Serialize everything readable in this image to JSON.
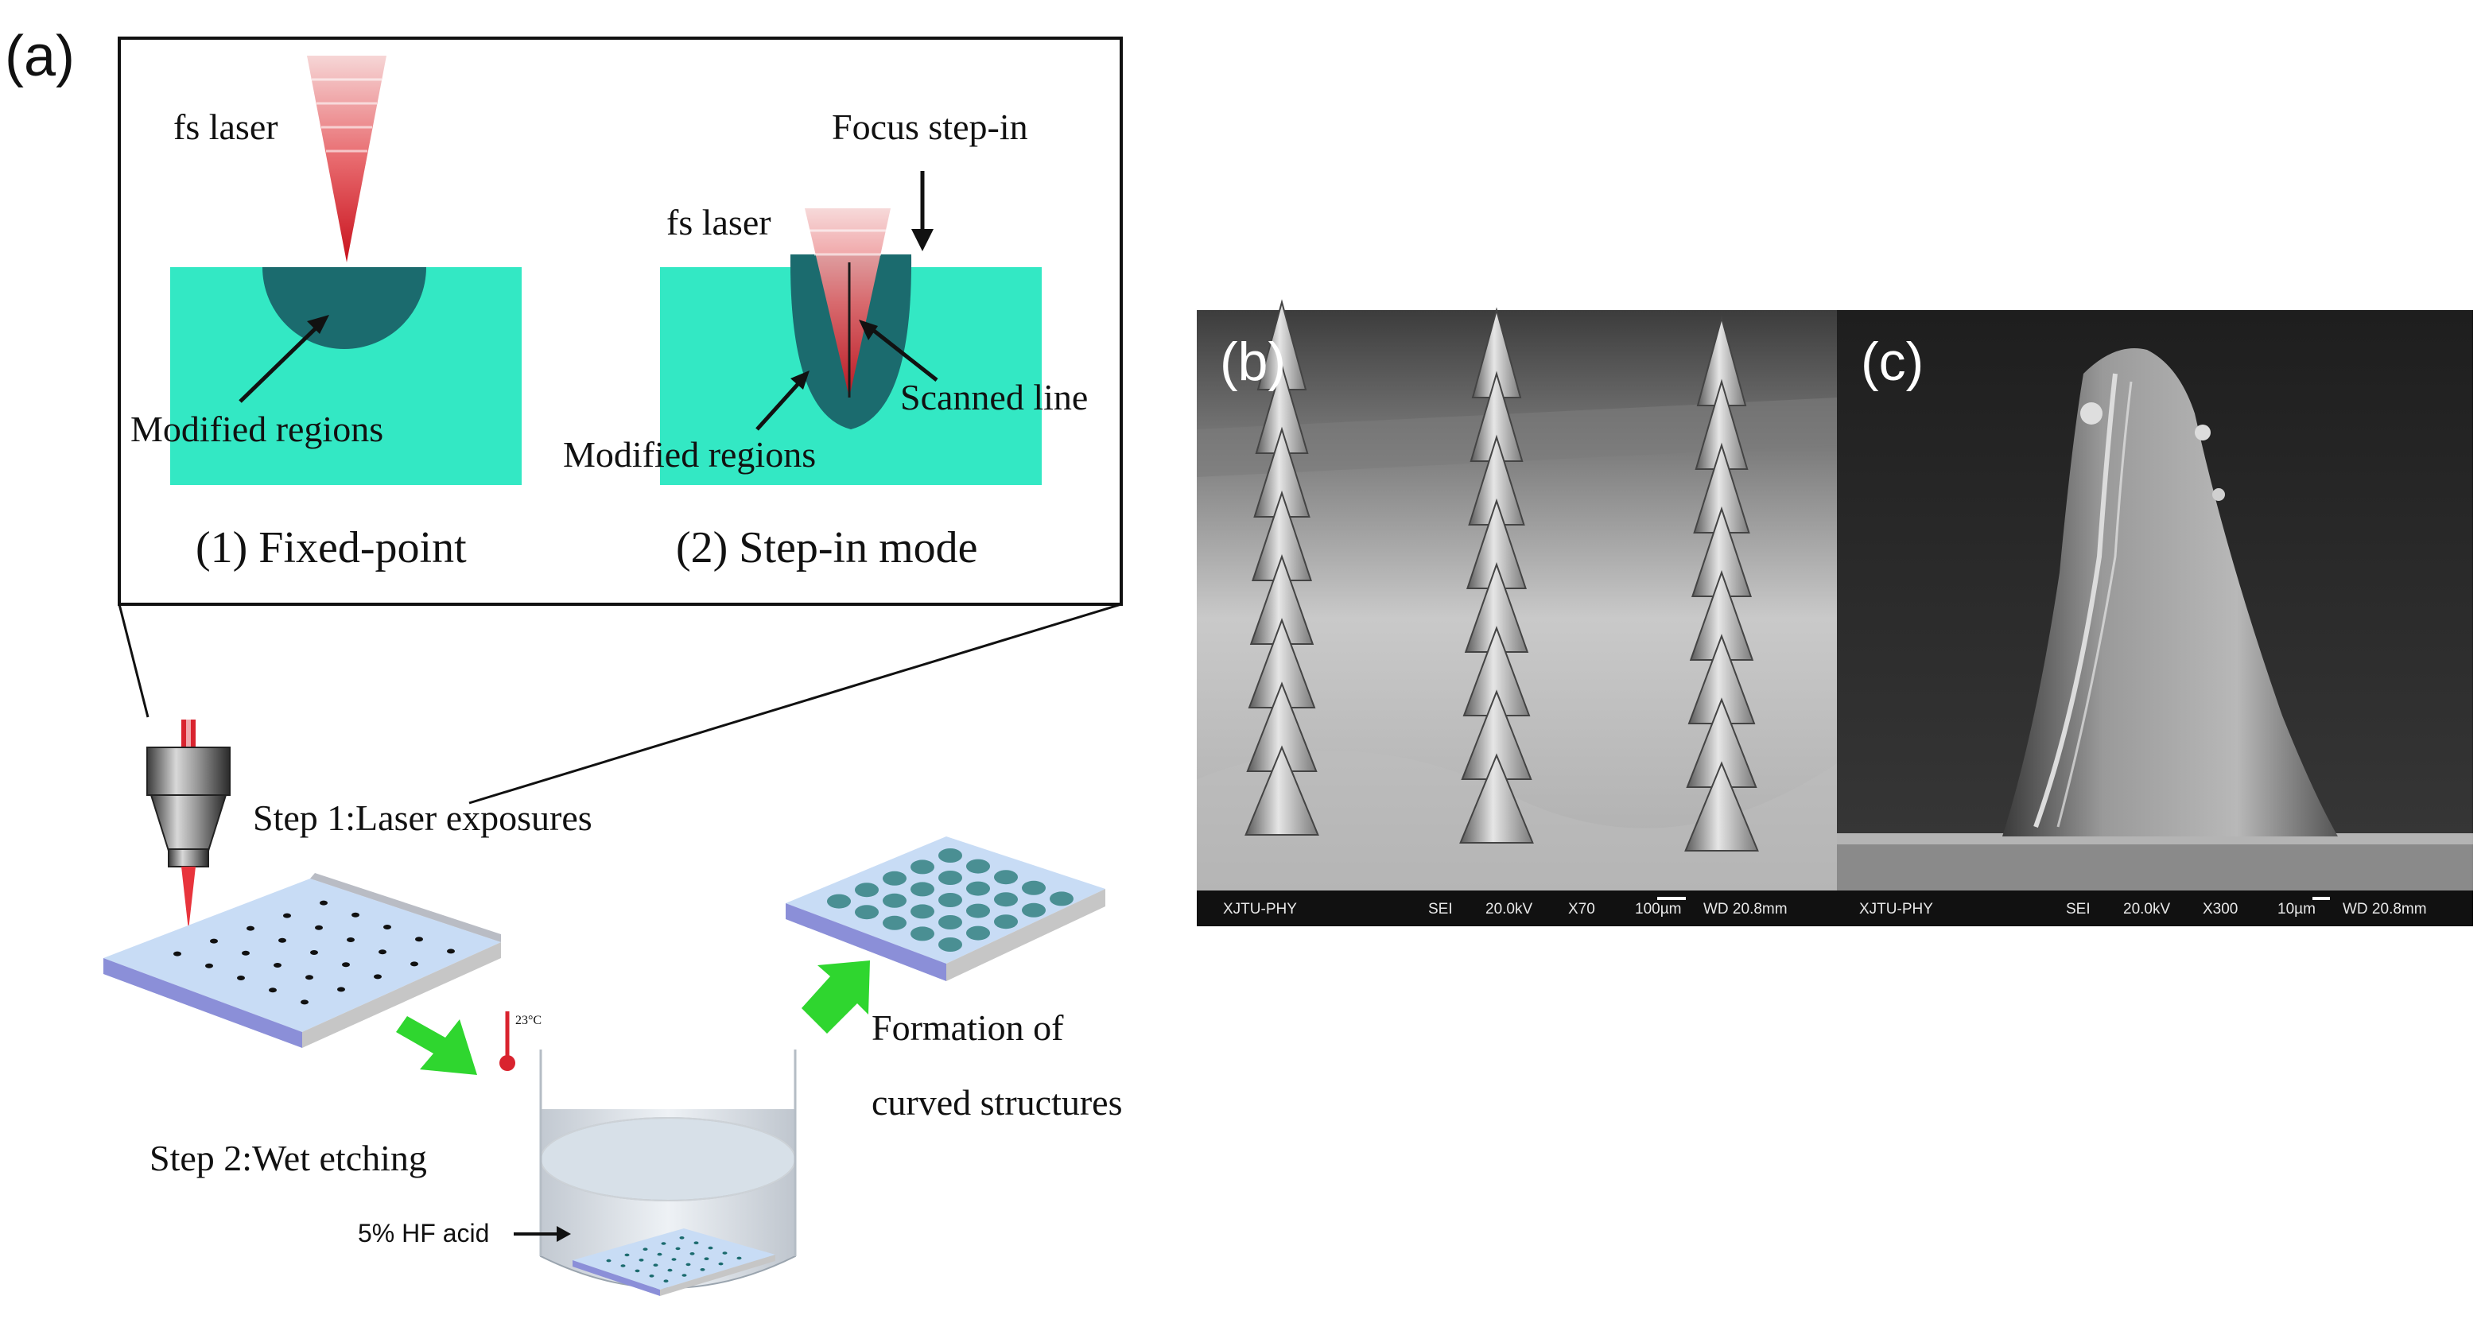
{
  "panel_a": {
    "label": "(a)",
    "inset": {
      "fixed_point": {
        "laser_label": "fs laser",
        "region_label": "Modified regions",
        "caption": "(1)  Fixed-point"
      },
      "step_in": {
        "laser_label": "fs laser",
        "focus_label": "Focus step-in",
        "scanned_label": "Scanned line",
        "region_label": "Modified regions",
        "caption": "(2) Step-in mode"
      }
    },
    "process": {
      "step1_label": "Step 1:Laser exposures",
      "step2_label": "Step 2:Wet etching",
      "temperature_label": "23°C",
      "acid_label": "5% HF acid",
      "formation_line1": "Formation of",
      "formation_line2": "curved structures"
    }
  },
  "panel_b": {
    "label": "(b)",
    "sem_bar": {
      "lab": "XJTU-PHY",
      "mode": "SEI",
      "voltage": "20.0kV",
      "magnification": "X70",
      "scale": "100µm",
      "wd": "WD 20.8mm"
    }
  },
  "panel_c": {
    "label": "(c)",
    "sem_bar": {
      "lab": "XJTU-PHY",
      "mode": "SEI",
      "voltage": "20.0kV",
      "magnification": "X300",
      "scale": "10µm",
      "wd": "WD 20.8mm"
    }
  },
  "colors": {
    "substrate": "#33e8c4",
    "modified": "#1b6b6e",
    "laser_red": "#d9232e",
    "arrow_green": "#2fd62f",
    "glass_top": "#c8dcf5",
    "glass_side": "#8b8fd8",
    "sem_dark": "#111111"
  }
}
